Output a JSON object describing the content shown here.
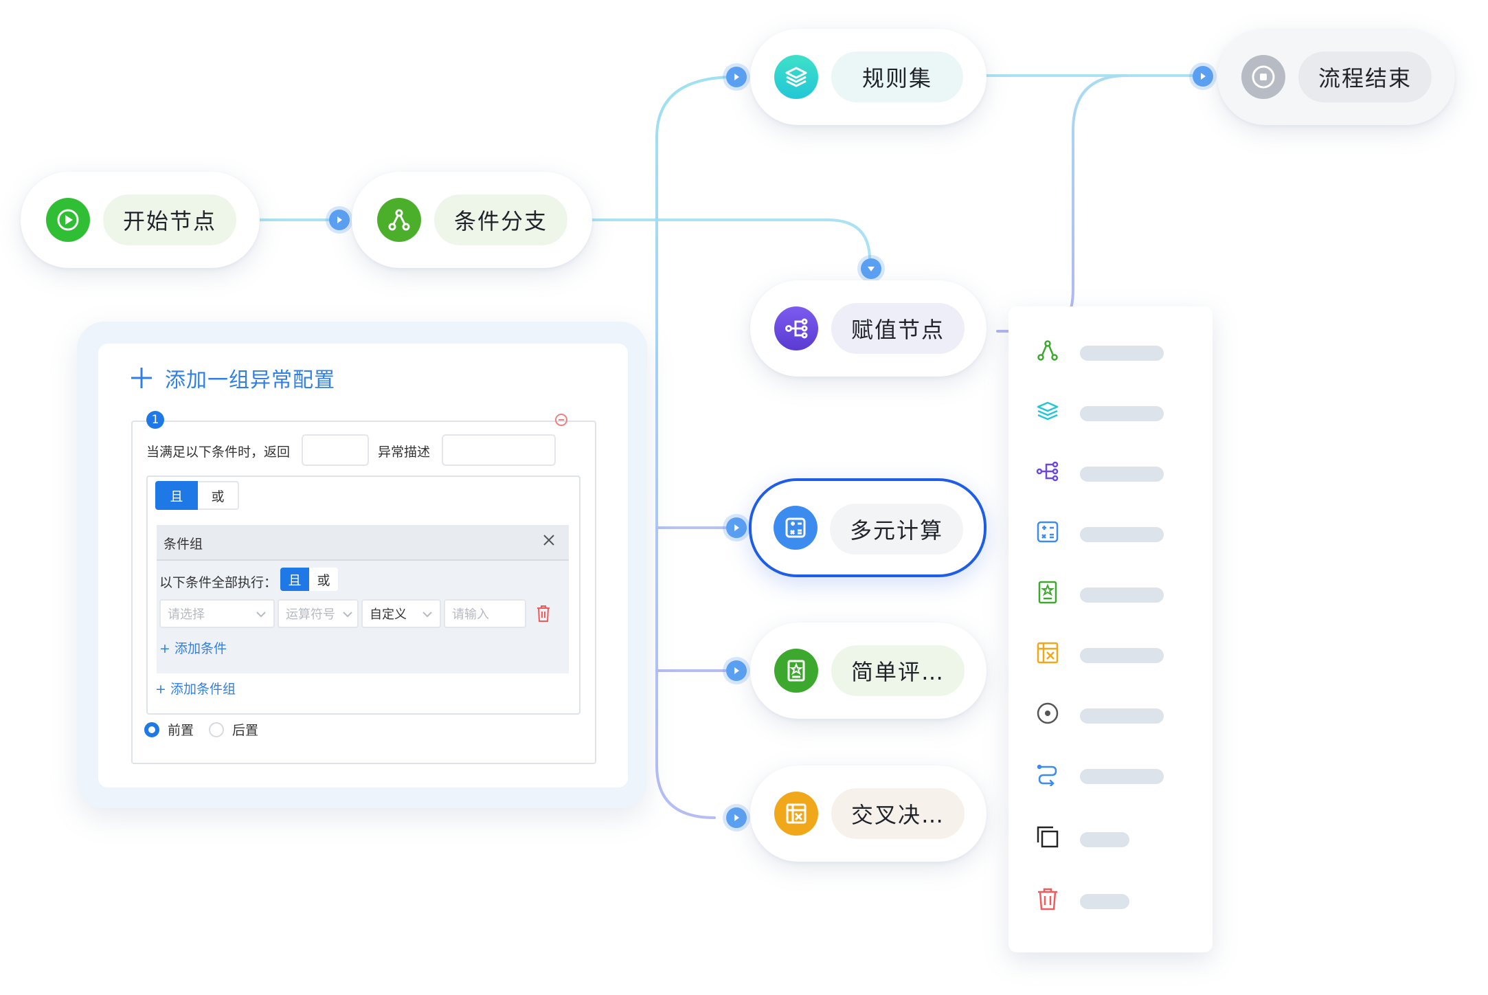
{
  "nodes": {
    "start": {
      "label": "开始节点"
    },
    "branch": {
      "label": "条件分支"
    },
    "ruleset": {
      "label": "规则集"
    },
    "end": {
      "label": "流程结束"
    },
    "assign": {
      "label": "赋值节点"
    },
    "multicalc": {
      "label": "多元计算"
    },
    "simple_eval": {
      "label": "简单评…"
    },
    "cross_decision": {
      "label": "交叉决…"
    }
  },
  "config_panel": {
    "add_group_label": "添加一组异常配置",
    "group_index": "1",
    "when_label": "当满足以下条件时，返回",
    "exception_desc_label": "异常描述",
    "and_label": "且",
    "or_label": "或",
    "condition_group_title": "条件组",
    "execute_all_label": "以下条件全部执行：",
    "select_placeholder": "请选择",
    "operator_placeholder": "运算符号",
    "custom_value": "自定义",
    "input_placeholder": "请输入",
    "add_condition_label": "添加条件",
    "add_condition_group_label": "添加条件组",
    "before_label": "前置",
    "after_label": "后置",
    "selected_position": "前置"
  },
  "context_menu": {
    "items": [
      {
        "icon": "branch-icon"
      },
      {
        "icon": "layers-icon"
      },
      {
        "icon": "assign-icon"
      },
      {
        "icon": "calculator-icon"
      },
      {
        "icon": "scorecard-icon"
      },
      {
        "icon": "cross-decision-icon"
      },
      {
        "icon": "stop-icon"
      },
      {
        "icon": "route-icon"
      },
      {
        "icon": "copy-icon"
      },
      {
        "icon": "trash-icon"
      }
    ]
  },
  "colors": {
    "start": "#2fbe34",
    "branch": "#4caf2c",
    "ruleset": "#2ed3c7",
    "assign": "#6b47dc",
    "multicalc": "#3c8cf0",
    "simple_eval": "#3da82e",
    "cross_decision": "#f0a81a",
    "end": "#b7bcc4",
    "selected_border": "#1e5ee6",
    "accent": "#2f7fe6"
  }
}
